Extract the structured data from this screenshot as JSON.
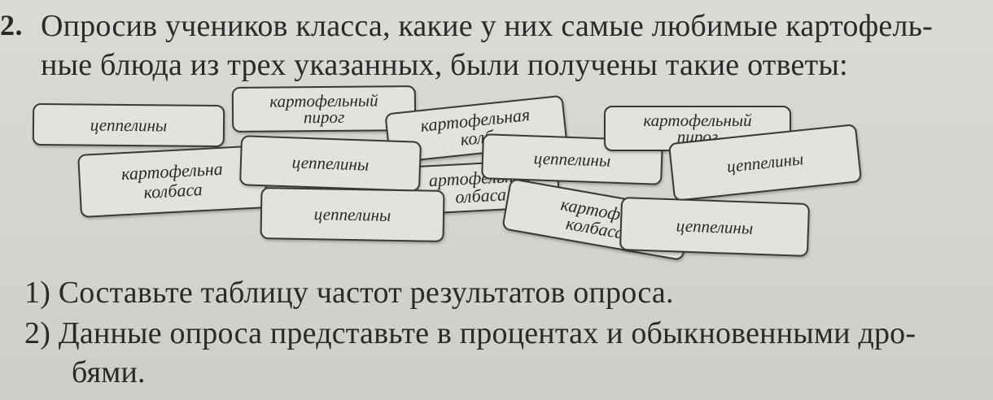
{
  "task": {
    "number": "2.",
    "line1": "Опросив учеников класса, какие у них самые любимые картофель-",
    "line2": "ные блюда из трех указанных, были получены такие ответы:"
  },
  "cards": [
    {
      "text": "цеппелины"
    },
    {
      "text": "картофельный\nпирог"
    },
    {
      "text": "картофельная\nколб"
    },
    {
      "text": "картофельный\nпирог"
    },
    {
      "text": "картофельна\nколбаса"
    },
    {
      "text": "цеппелины"
    },
    {
      "text": "цеппелины"
    },
    {
      "text": "цеппелины"
    },
    {
      "text": "артофельная\nолбаса"
    },
    {
      "text": "цеппелины"
    },
    {
      "text": "картофел\nколбаса"
    },
    {
      "text": "цеппелины"
    }
  ],
  "questions": {
    "q1": "1) Составьте таблицу частот результатов опроса.",
    "q2": "2) Данные опроса представьте в процентах и обыкновенными дро-",
    "q2_cont": "бями."
  }
}
